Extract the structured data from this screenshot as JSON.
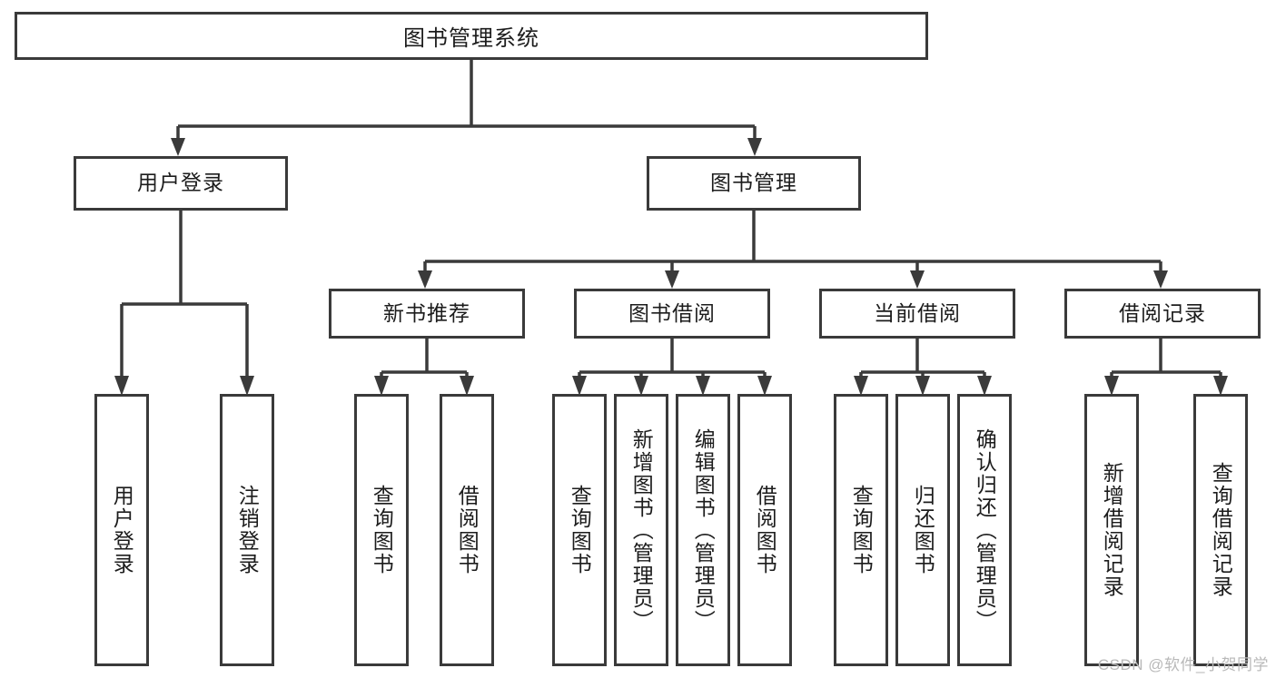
{
  "diagram": {
    "title": "图书管理系统",
    "type": "tree",
    "stroke_color": "#3a3a3a",
    "text_color": "#1c1c1c",
    "background": "#ffffff"
  },
  "nodes": {
    "root": {
      "label": "图书管理系统"
    },
    "level2": [
      {
        "id": "user-login",
        "label": "用户登录"
      },
      {
        "id": "book-management",
        "label": "图书管理"
      }
    ],
    "level3": [
      {
        "id": "new-book-recommend",
        "label": "新书推荐"
      },
      {
        "id": "book-borrow",
        "label": "图书借阅"
      },
      {
        "id": "current-borrow",
        "label": "当前借阅"
      },
      {
        "id": "borrow-record",
        "label": "借阅记录"
      }
    ],
    "leaves": {
      "user_login": [
        {
          "id": "leaf-user-login",
          "label": "用户登录"
        },
        {
          "id": "leaf-logout",
          "label": "注销登录"
        }
      ],
      "new_book_recommend": [
        {
          "id": "leaf-query-book-1",
          "label": "查询图书"
        },
        {
          "id": "leaf-borrow-book-1",
          "label": "借阅图书"
        }
      ],
      "book_borrow": [
        {
          "id": "leaf-query-book-2",
          "label": "查询图书"
        },
        {
          "id": "leaf-add-book",
          "label": "新增图书（管理员）"
        },
        {
          "id": "leaf-edit-book",
          "label": "编辑图书（管理员）"
        },
        {
          "id": "leaf-borrow-book-2",
          "label": "借阅图书"
        }
      ],
      "current_borrow": [
        {
          "id": "leaf-query-book-3",
          "label": "查询图书"
        },
        {
          "id": "leaf-return-book",
          "label": "归还图书"
        },
        {
          "id": "leaf-confirm-return",
          "label": "确认归还（管理员）"
        }
      ],
      "borrow_record": [
        {
          "id": "leaf-add-record",
          "label": "新增借阅记录"
        },
        {
          "id": "leaf-query-record",
          "label": "查询借阅记录"
        }
      ]
    }
  },
  "watermark": {
    "text": "CSDN @软件_小贺同学"
  }
}
